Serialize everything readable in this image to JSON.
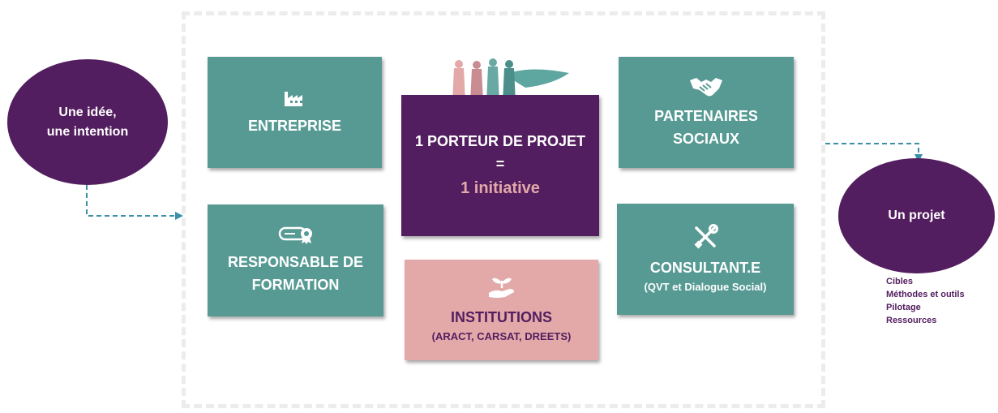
{
  "diagram": {
    "start": {
      "line1": "Une idée,",
      "line2": "une intention"
    },
    "end": {
      "label": "Un projet"
    },
    "outcomes": [
      "Cibles",
      "Méthodes et outils",
      "Pilotage",
      "Ressources"
    ],
    "center": {
      "line1": "1 PORTEUR DE PROJET",
      "line2": "=",
      "line3": "1 initiative"
    },
    "actors": {
      "entreprise": {
        "label": "ENTREPRISE",
        "icon": "factory-icon"
      },
      "partenaires": {
        "line1": "PARTENAIRES",
        "line2": "SOCIAUX",
        "icon": "handshake-icon"
      },
      "formation": {
        "line1": "RESPONSABLE DE",
        "line2": "FORMATION",
        "icon": "diploma-icon"
      },
      "consultant": {
        "line1": "CONSULTANT.E",
        "line2": "(QVT et Dialogue Social)",
        "icon": "tools-icon"
      },
      "institutions": {
        "line1": "INSTITUTIONS",
        "line2": "(ARACT, CARSAT, DREETS)",
        "icon": "plant-hand-icon"
      }
    },
    "colors": {
      "purple": "#531e5f",
      "teal": "#569a93",
      "pink": "#e3a9a9",
      "connector": "#3b8fa8"
    }
  }
}
